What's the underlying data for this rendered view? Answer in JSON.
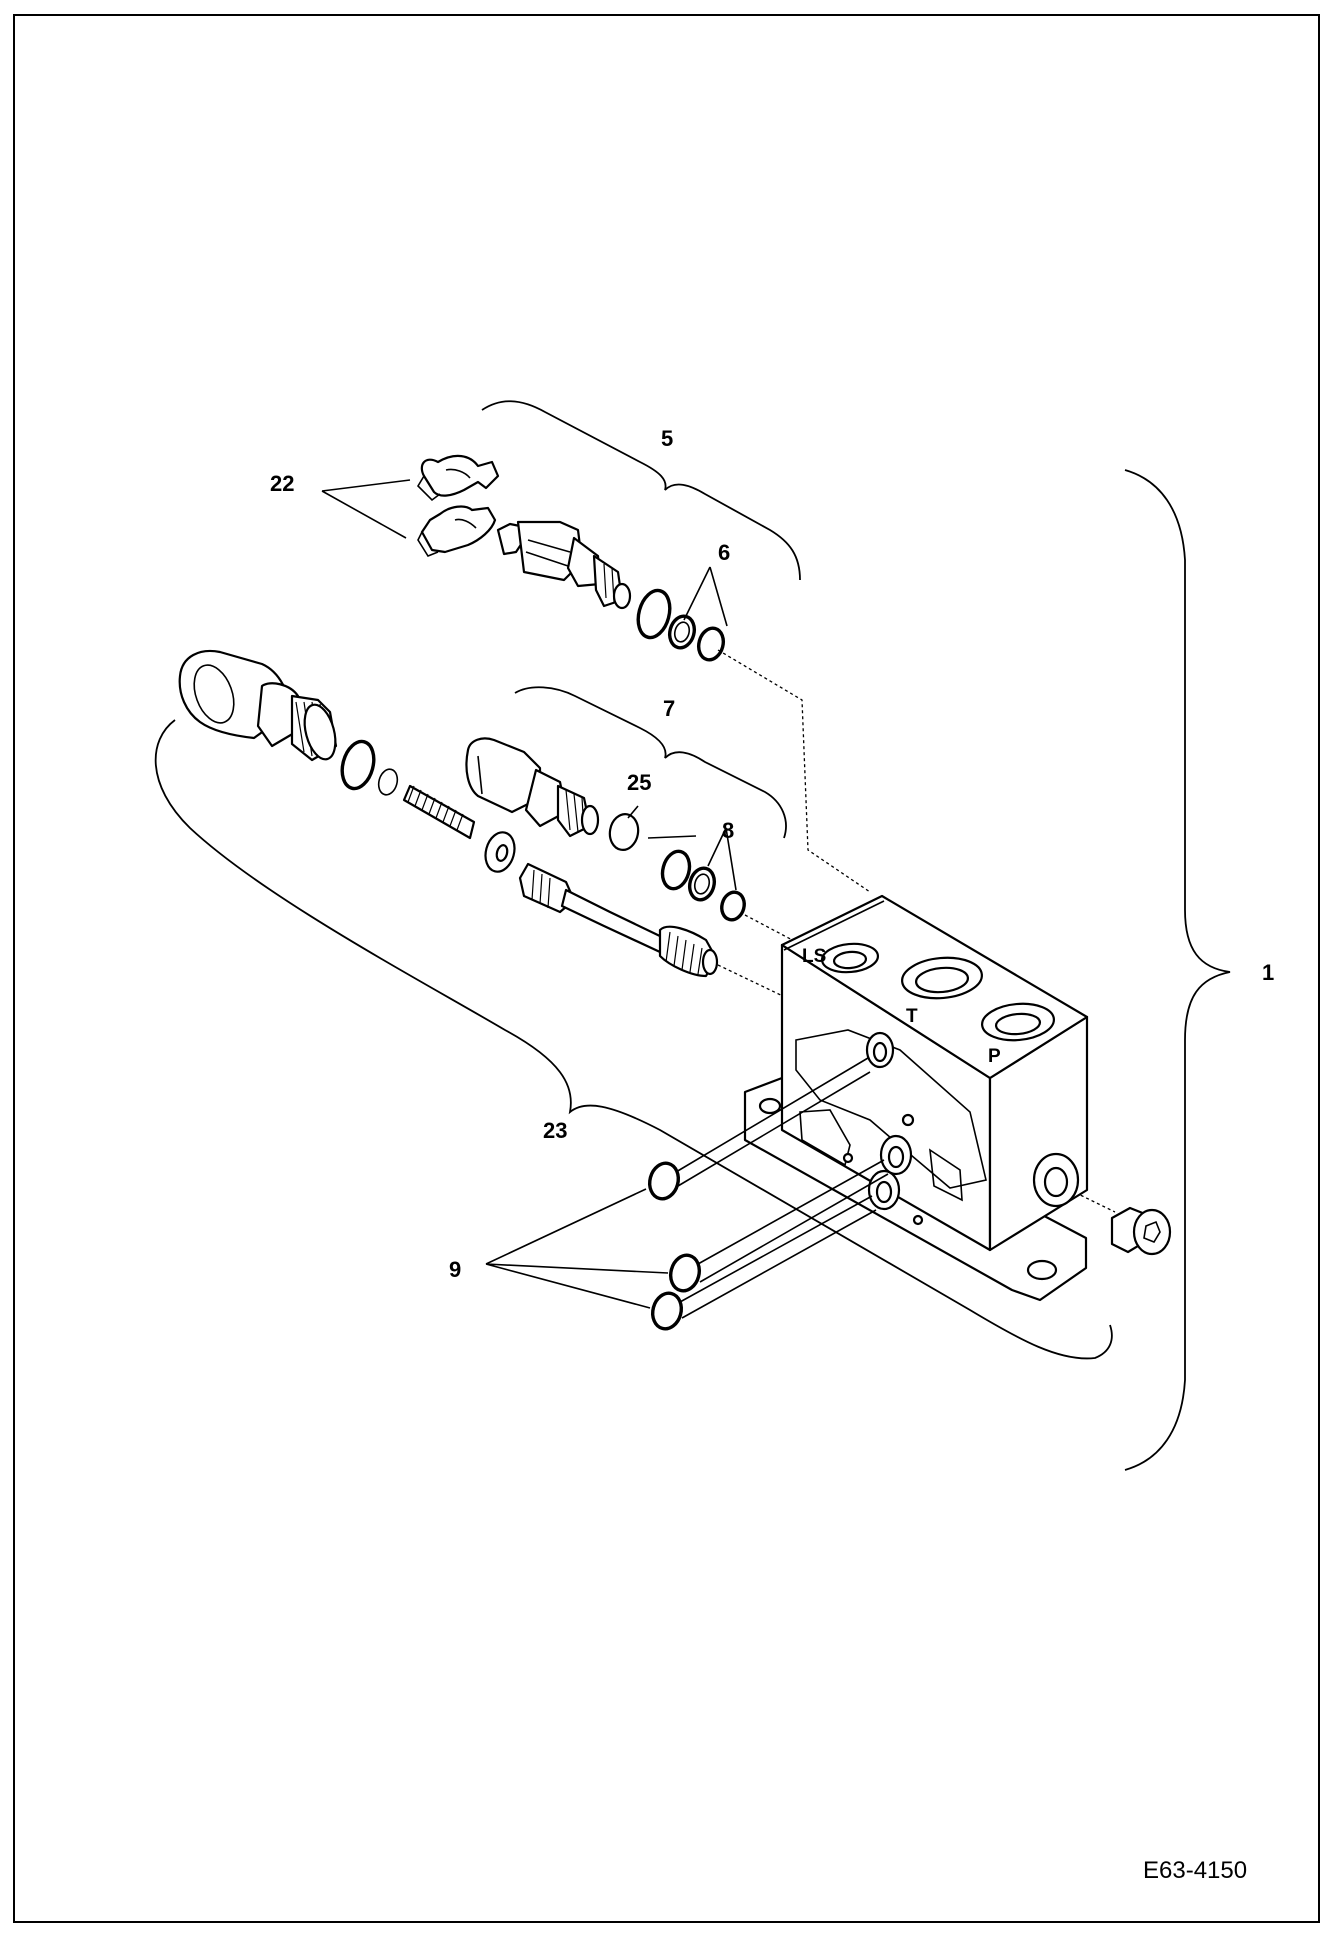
{
  "drawing_code": "E63-4150",
  "callouts": {
    "c1": "1",
    "c5": "5",
    "c6": "6",
    "c7": "7",
    "c8": "8",
    "c9": "9",
    "c22": "22",
    "c23": "23",
    "c25": "25"
  },
  "ports": {
    "ls": "LS",
    "t": "T",
    "p": "P"
  }
}
